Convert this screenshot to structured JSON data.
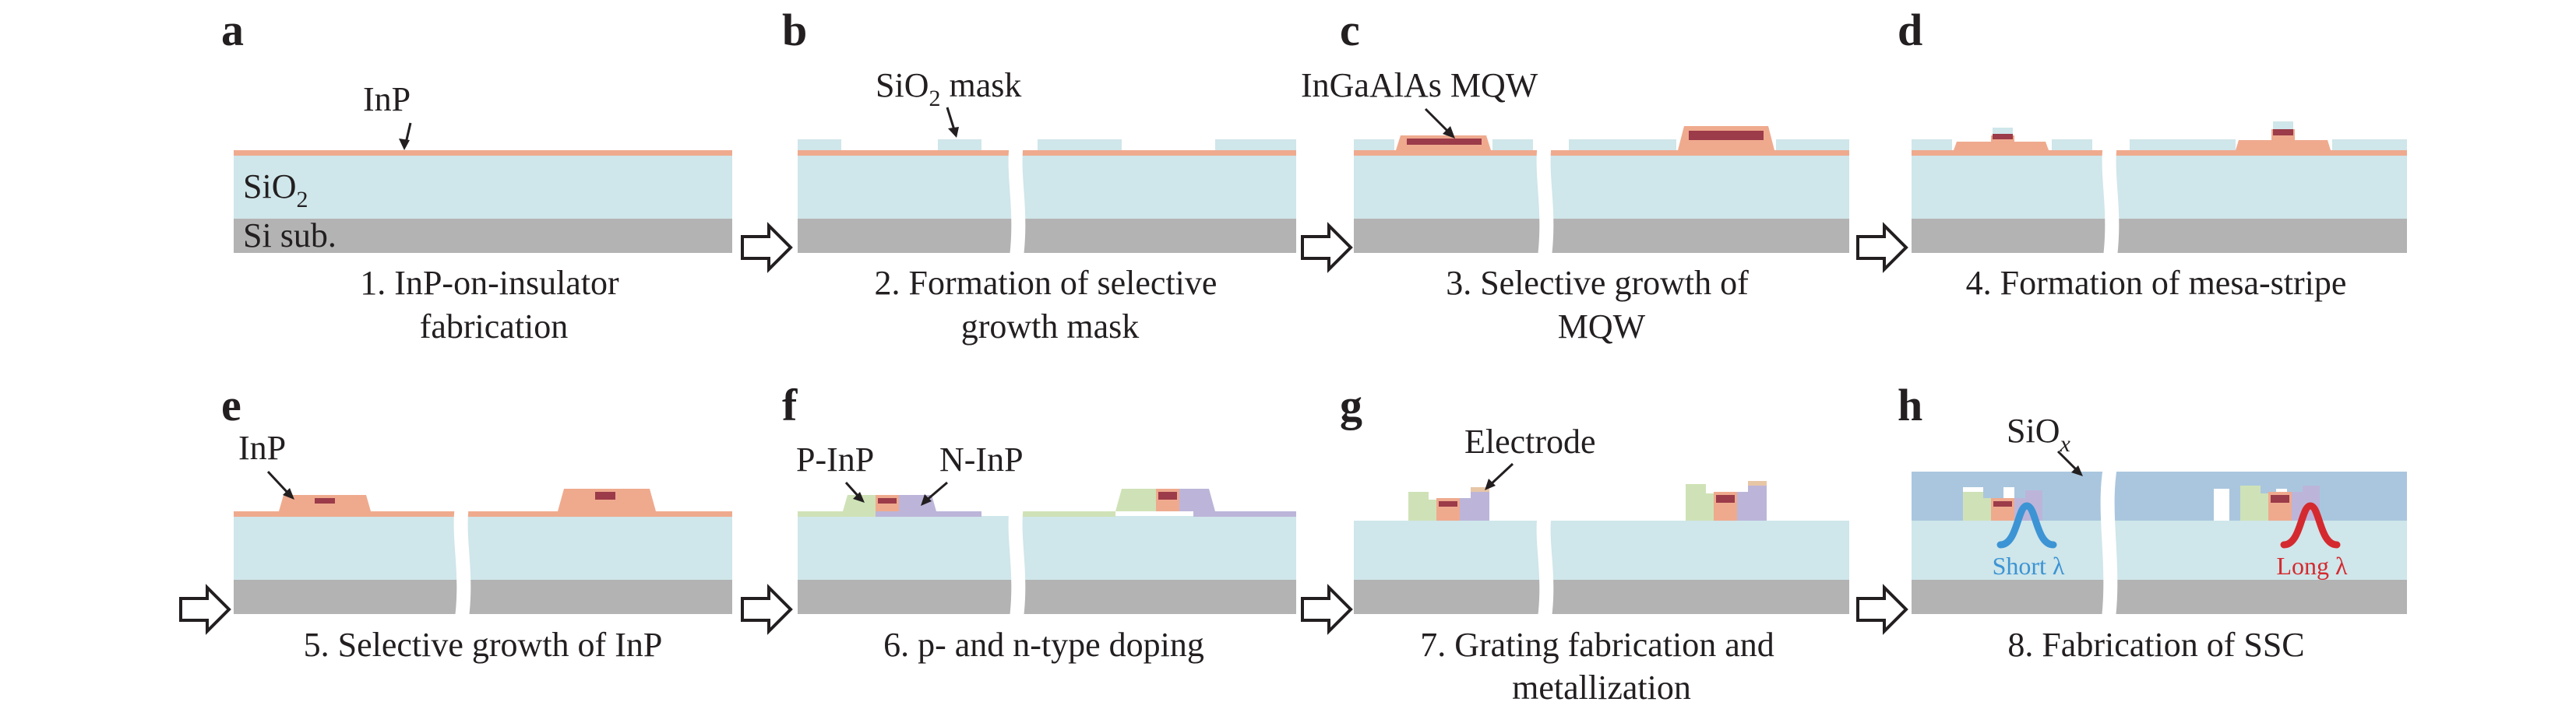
{
  "colors": {
    "inp": "#efaa8e",
    "sio2": "#cfe6ea",
    "si_sub": "#b3b3b4",
    "mqw": "#9c3b49",
    "mqw_light": "#e58a8f",
    "p_inp": "#cfe2b7",
    "n_inp": "#bcb5d9",
    "electrode": "#e7c6a6",
    "siox": "#aac6de",
    "short_wave": "#3c94d4",
    "long_wave": "#d42a2f",
    "text": "#231f20"
  },
  "panels": [
    {
      "letter": "a",
      "caption_lines": [
        "1. InP-on-insulator",
        "fabrication"
      ]
    },
    {
      "letter": "b",
      "caption_lines": [
        "2. Formation of selective",
        "growth mask"
      ]
    },
    {
      "letter": "c",
      "caption_lines": [
        "3. Selective growth of",
        "MQW"
      ]
    },
    {
      "letter": "d",
      "caption_lines": [
        "4. Formation of mesa-stripe"
      ]
    },
    {
      "letter": "e",
      "caption_lines": [
        "5. Selective growth of InP"
      ]
    },
    {
      "letter": "f",
      "caption_lines": [
        "6. p- and n-type doping"
      ]
    },
    {
      "letter": "g",
      "caption_lines": [
        "7. Grating fabrication and",
        "metallization"
      ]
    },
    {
      "letter": "h",
      "caption_lines": [
        "8. Fabrication of SSC"
      ]
    }
  ],
  "labels": {
    "a_inp": "InP",
    "a_sio2": "SiO",
    "a_sio2_sub": "2",
    "a_si": "Si sub.",
    "b_mask": "SiO",
    "b_mask_sub": "2",
    "b_mask_rest": " mask",
    "c_mqw": "InGaAlAs MQW",
    "e_inp": "InP",
    "f_pinp": "P-InP",
    "f_ninp": "N-InP",
    "g_electrode": "Electrode",
    "h_siox": "SiO",
    "h_siox_sub": "x",
    "h_short": "Short λ",
    "h_long": "Long λ"
  }
}
